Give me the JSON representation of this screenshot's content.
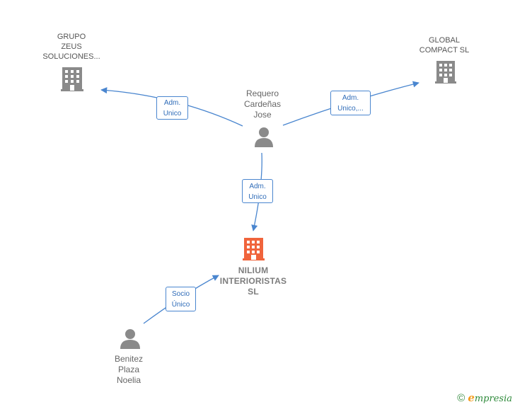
{
  "nodes": {
    "grupo_zeus": {
      "label": "GRUPO\nZEUS\nSOLUCIONES...",
      "type": "company"
    },
    "global_compact": {
      "label": "GLOBAL\nCOMPACT SL",
      "type": "company"
    },
    "requero": {
      "label": "Requero\nCardeñas\nJose",
      "type": "person"
    },
    "nilium": {
      "label": "NILIUM\nINTERIORISTAS\nSL",
      "type": "company-main"
    },
    "benitez": {
      "label": "Benitez\nPlaza\nNoelia",
      "type": "person"
    }
  },
  "edges": {
    "requero_grupo": {
      "label": "Adm.\nUnico"
    },
    "requero_global": {
      "label": "Adm.\nUnico,..."
    },
    "requero_nilium": {
      "label": "Adm.\nUnico"
    },
    "benitez_nilium": {
      "label": "Socio\nÚnico"
    }
  },
  "colors": {
    "edge": "#4a86cf",
    "company_icon": "#8a8a8a",
    "main_company_icon": "#f0643c",
    "person_icon": "#8a8a8a"
  },
  "footer": {
    "copyright_symbol": "©",
    "brand_first": "e",
    "brand_rest": "mpresia"
  }
}
